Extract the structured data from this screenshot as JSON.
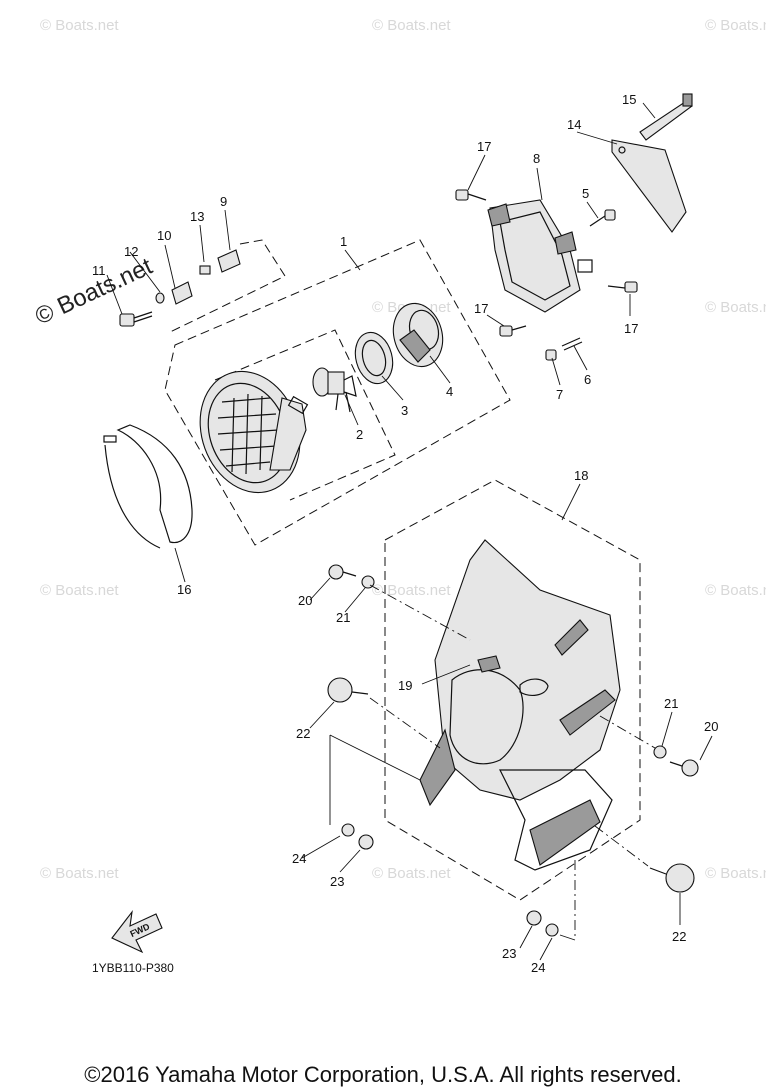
{
  "diagram": {
    "callouts": [
      "1",
      "2",
      "3",
      "4",
      "5",
      "6",
      "7",
      "8",
      "9",
      "10",
      "11",
      "12",
      "13",
      "14",
      "15",
      "16",
      "17",
      "17",
      "17",
      "18",
      "19",
      "20",
      "20",
      "21",
      "21",
      "22",
      "22",
      "23",
      "23",
      "24",
      "24"
    ],
    "fwd_label": "FWD",
    "drawing_code": "1YBB110-P380"
  },
  "watermark": {
    "text": "© Boats.net",
    "prominent_text": "© Boats.net"
  },
  "footer": {
    "copyright": "©2016 Yamaha Motor Corporation, U.S.A. All rights reserved."
  }
}
